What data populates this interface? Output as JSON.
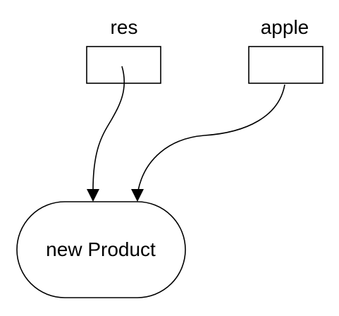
{
  "diagram": {
    "variables": [
      {
        "id": "res",
        "label": "res"
      },
      {
        "id": "apple",
        "label": "apple"
      }
    ],
    "object": {
      "label": "new Product"
    },
    "edges": [
      {
        "from": "res",
        "to": "object"
      },
      {
        "from": "apple",
        "to": "object"
      }
    ]
  }
}
